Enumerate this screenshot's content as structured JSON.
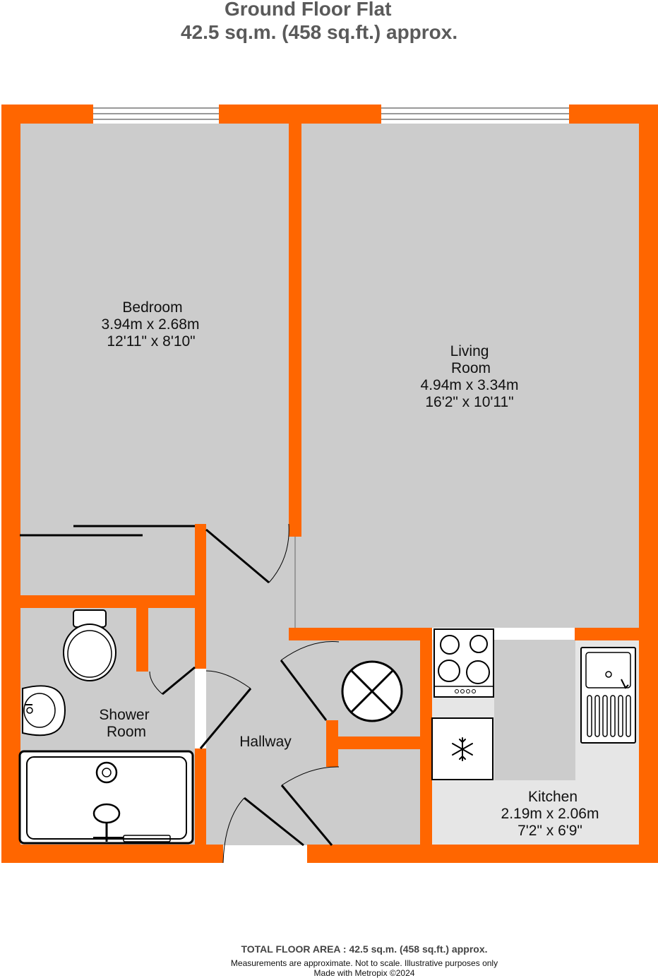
{
  "header": {
    "title_line1": "Ground Floor Flat",
    "title_line2": "42.5 sq.m. (458 sq.ft.) approx."
  },
  "rooms": {
    "bedroom": {
      "name": "Bedroom",
      "metric": "3.94m  x 2.68m",
      "imperial": "12'11\"  x 8'10\""
    },
    "living": {
      "name_line1": "Living",
      "name_line2": "Room",
      "metric": "4.94m  x 3.34m",
      "imperial": "16'2\"  x 10'11\""
    },
    "shower": {
      "name_line1": "Shower",
      "name_line2": "Room"
    },
    "hallway": {
      "name": "Hallway"
    },
    "kitchen": {
      "name": "Kitchen",
      "metric": "2.19m  x 2.06m",
      "imperial": "7'2\"  x 6'9\""
    }
  },
  "footer": {
    "total_area": "TOTAL FLOOR AREA : 42.5 sq.m. (458 sq.ft.) approx.",
    "disclaimer": "Measurements are approximate.  Not to scale.  Illustrative purposes only",
    "credit": "Made with Metropix ©2024"
  },
  "colors": {
    "wall": "#ff6600",
    "floor": "#cccccc",
    "kitchen_floor": "#e6e6e6"
  }
}
